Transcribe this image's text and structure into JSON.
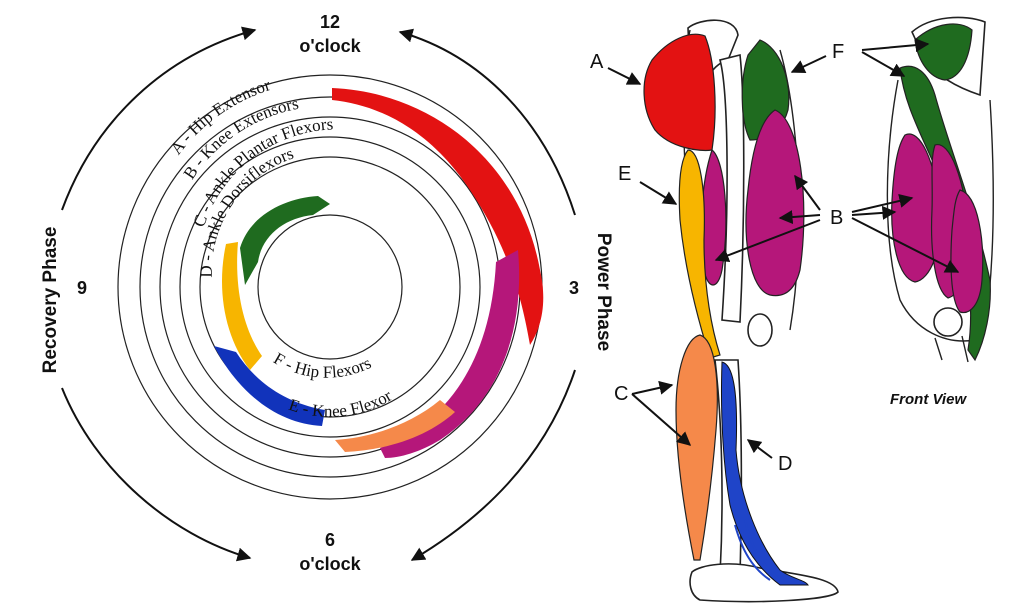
{
  "clock": {
    "top_num": "12",
    "top_word": "o'clock",
    "bottom_num": "6",
    "bottom_word": "o'clock",
    "left_num": "9",
    "right_num": "3"
  },
  "phases": {
    "recovery": "Recovery Phase",
    "power": "Power Phase"
  },
  "rings": [
    {
      "label": "A - Hip Extensor",
      "color": "#e31212"
    },
    {
      "label": "B - Knee Extensors",
      "color": "#b5177a"
    },
    {
      "label": "C - Ankle Plantar Flexors",
      "color": "#f5894a"
    },
    {
      "label": "D - Ankle Dorsiflexors",
      "color": "#1f6b1f"
    }
  ],
  "inner_labels": {
    "hip_flexors": {
      "label": "F - Hip Flexors",
      "color": "#f7b500"
    },
    "knee_flexor": {
      "label": "E - Knee Flexor",
      "color": "#1133bb"
    }
  },
  "callouts": {
    "A": "A",
    "B": "B",
    "C": "C",
    "D": "D",
    "E": "E",
    "F": "F"
  },
  "front_view": "Front View"
}
